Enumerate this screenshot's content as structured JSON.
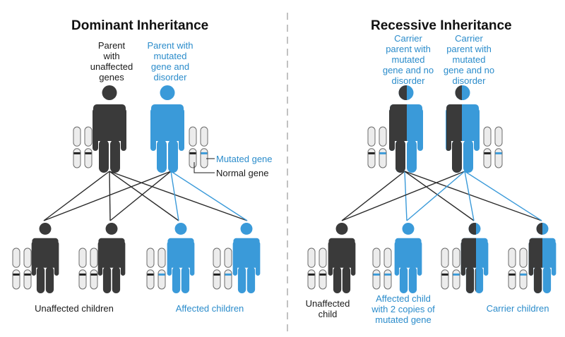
{
  "colors": {
    "blue": "#3a9ad9",
    "dark": "#3a3a3a",
    "chromosome_fill": "#ececec",
    "chromosome_stroke": "#6b6b6b",
    "divider": "#9a9a9a"
  },
  "dominant": {
    "title": "Dominant Inheritance",
    "parent_unaffected": "Parent\nwith\nunaffected\ngenes",
    "parent_affected": "Parent with\nmutated\ngene and\ndisorder",
    "legend_mutated": "Mutated gene",
    "legend_normal": "Normal gene",
    "unaffected_children": "Unaffected children",
    "affected_children": "Affected children"
  },
  "recessive": {
    "title": "Recessive Inheritance",
    "carrier_parent_1": "Carrier\nparent with\nmutated\ngene and no\ndisorder",
    "carrier_parent_2": "Carrier\nparent with\nmutated\ngene and no\ndisorder",
    "unaffected_child": "Unaffected\nchild",
    "affected_child": "Affected child\nwith 2 copies of\nmutated gene",
    "carrier_children": "Carrier children"
  }
}
